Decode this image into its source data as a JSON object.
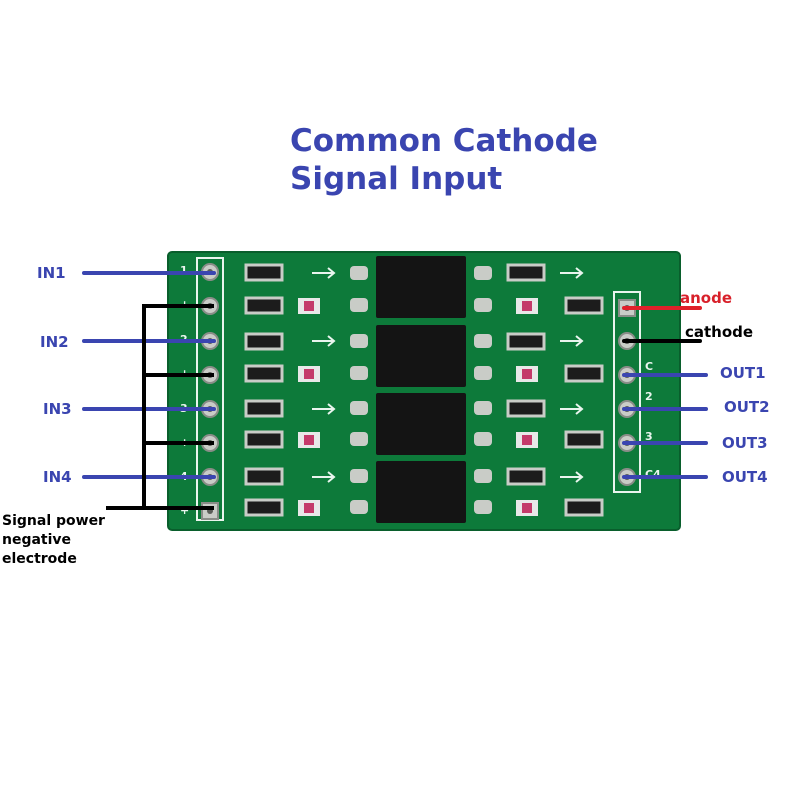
{
  "title": {
    "line1": "Common Cathode",
    "line2": "Signal Input"
  },
  "inputs": [
    "IN1",
    "IN2",
    "IN3",
    "IN4"
  ],
  "outputs": [
    "OUT1",
    "OUT2",
    "OUT3",
    "OUT4"
  ],
  "power": {
    "anode": "anode",
    "cathode": "cathode"
  },
  "note": {
    "line1": "Signal power",
    "line2": "negative",
    "line3": "electrode"
  },
  "colors": {
    "pcb": "#0d7a3a",
    "wire_blue": "#3a45b0",
    "wire_red": "#e0202a",
    "wire_black": "#000000",
    "text_blue": "#3a45b0"
  }
}
